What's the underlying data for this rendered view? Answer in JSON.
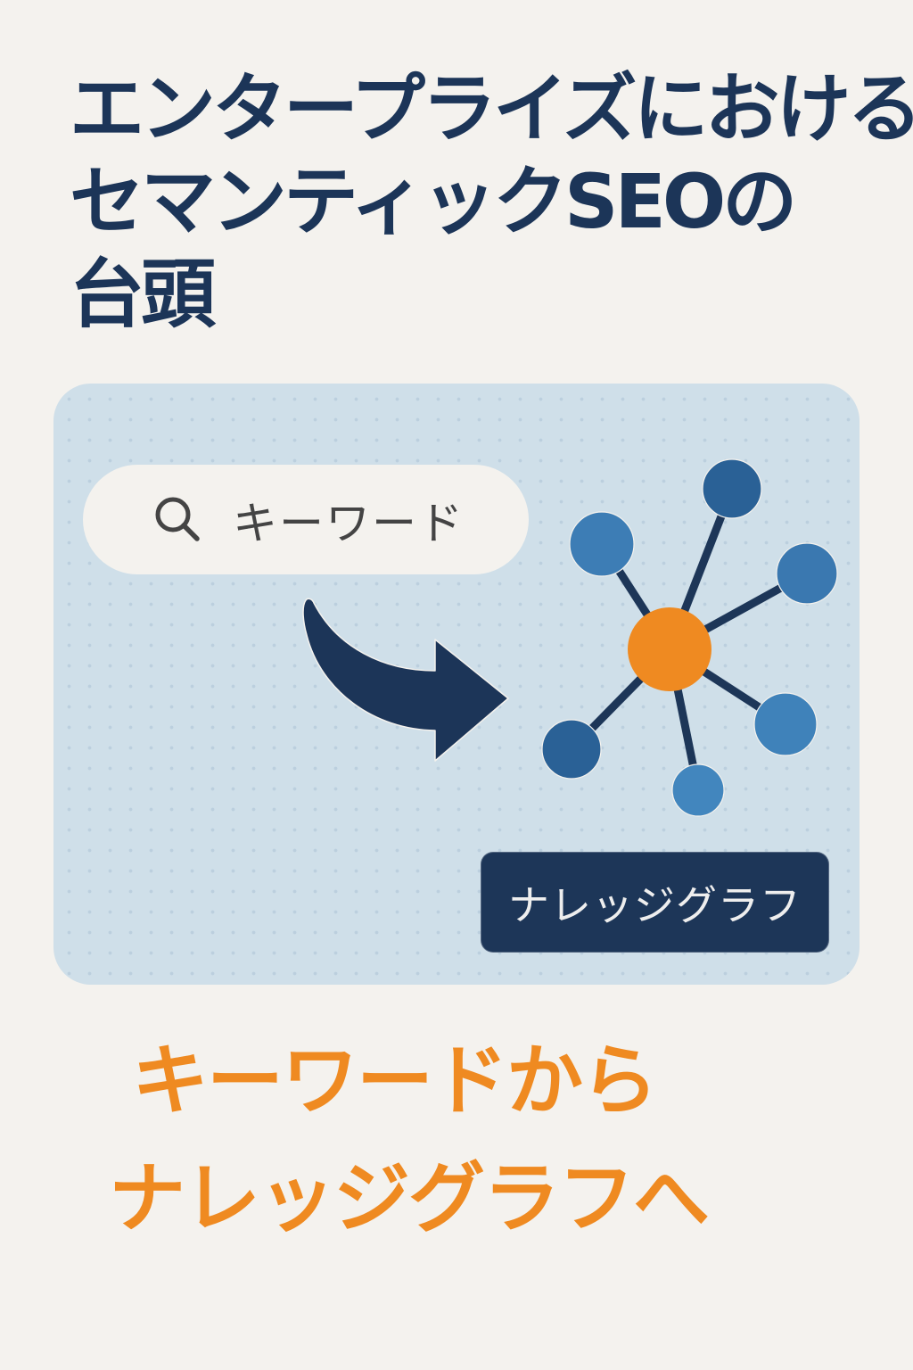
{
  "title": {
    "lines": [
      "エンタープライズにおける",
      "セマンティックSEOの",
      "台頭"
    ]
  },
  "illustration": {
    "search_bar": {
      "icon": "search-icon",
      "text": "キーワード"
    },
    "arrow": {
      "icon": "curved-arrow-right-icon"
    },
    "knowledge_graph": {
      "center_node_color": "#ef8a21",
      "node_colors": [
        "#2a6196",
        "#3f80b8"
      ],
      "edge_color": "#1d3658"
    },
    "label": "ナレッジグラフ"
  },
  "subtitle": {
    "lines": [
      "キーワードから",
      "ナレッジグラフへ"
    ]
  },
  "colors": {
    "background": "#f4f2ee",
    "title": "#1c3558",
    "panel": "#cfdfe9",
    "accent": "#ef8a21",
    "dark_navy": "#1d3658"
  }
}
